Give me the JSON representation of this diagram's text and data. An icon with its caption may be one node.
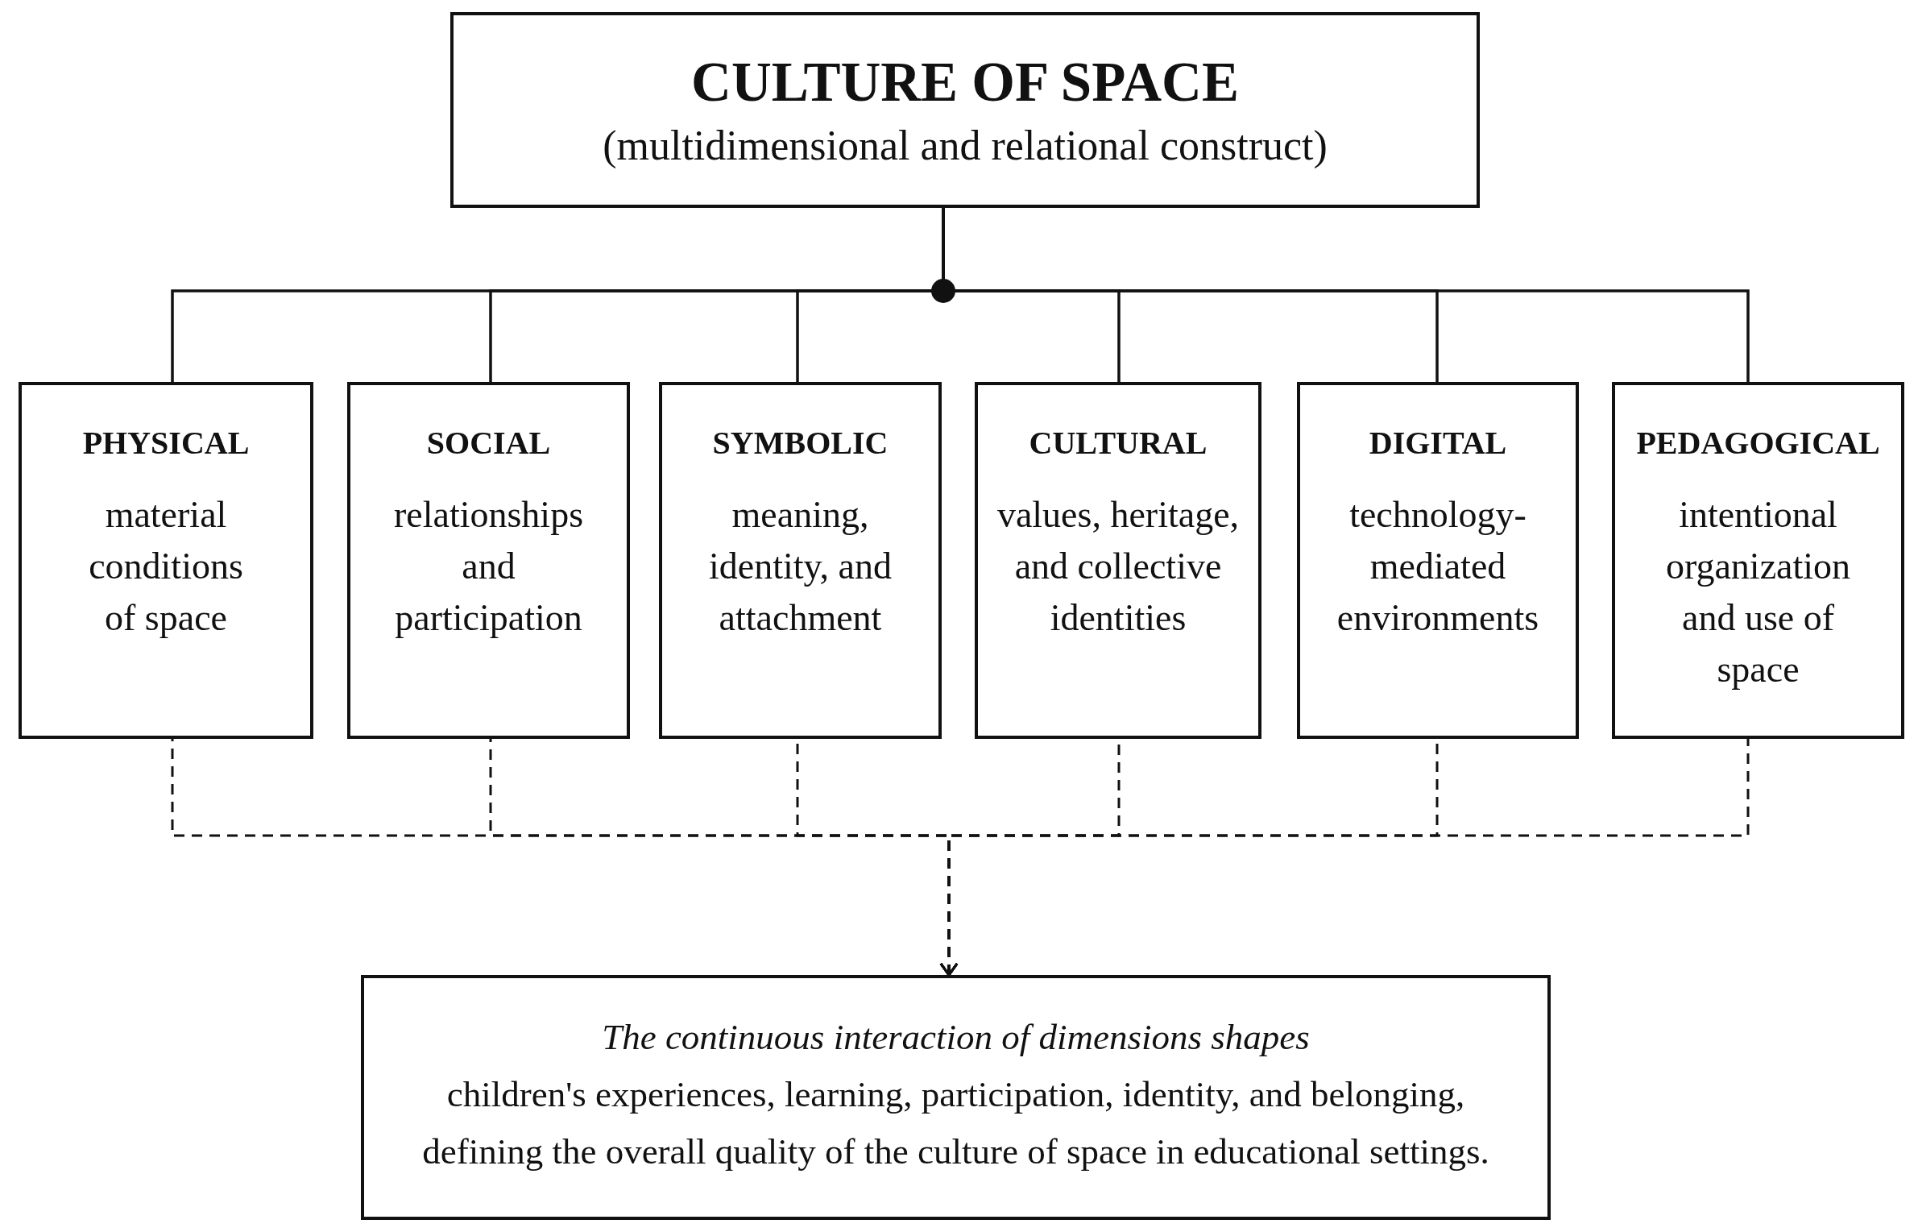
{
  "diagram": {
    "nodes": [
      {
        "text": [
          "CULTURE OF SPACE",
          "(multidimensional and relational construct)"
        ]
      },
      {
        "text": [
          "PHYSICAL",
          "material conditions of space"
        ]
      },
      {
        "text": [
          "SOCIAL",
          "relationships and participation"
        ]
      },
      {
        "text": [
          "SYMBOLIC",
          "meaning, identity, and attachment"
        ]
      },
      {
        "text": [
          "CULTURAL",
          "values, heritage, and collective identities"
        ]
      },
      {
        "text": [
          "DIGITAL",
          "technology-mediated environments"
        ]
      },
      {
        "text": [
          "PEDAGOGICAL",
          "intentional organization and use of space"
        ]
      },
      {
        "text": [
          "The continuous interaction of dimensions shapes",
          "children's experiences, learning, participation, identity, and belonging, defining the overall quality of the culture of space in educational settings."
        ]
      }
    ],
    "edges": [
      {
        "from": 0,
        "to": 1,
        "arrow": "none"
      },
      {
        "from": 0,
        "to": 2,
        "arrow": "none"
      },
      {
        "from": 0,
        "to": 3,
        "arrow": "none"
      },
      {
        "from": 0,
        "to": 4,
        "arrow": "none"
      },
      {
        "from": 0,
        "to": 5,
        "arrow": "none"
      },
      {
        "from": 0,
        "to": 6,
        "arrow": "none"
      },
      {
        "from": 1,
        "to": 7,
        "arrow": "to",
        "style": "dashed"
      },
      {
        "from": 2,
        "to": 7,
        "arrow": "to",
        "style": "dashed"
      },
      {
        "from": 3,
        "to": 7,
        "arrow": "to",
        "style": "dashed"
      },
      {
        "from": 4,
        "to": 7,
        "arrow": "to",
        "style": "dashed"
      },
      {
        "from": 5,
        "to": 7,
        "arrow": "to",
        "style": "dashed"
      },
      {
        "from": 6,
        "to": 7,
        "arrow": "to",
        "style": "dashed"
      }
    ]
  }
}
